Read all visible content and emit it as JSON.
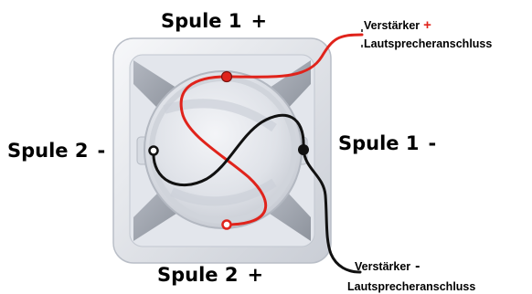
{
  "labels": {
    "coil1_plus": "Spule 1",
    "coil1_plus_sign": "+",
    "coil1_minus": "Spule 1",
    "coil1_minus_sign": "-",
    "coil2_minus": "Spule 2",
    "coil2_minus_sign": "-",
    "coil2_plus": "Spule 2",
    "coil2_plus_sign": "+"
  },
  "annotations": {
    "plus_amp": "Verstärker",
    "plus_sign": "+",
    "plus_line2": "Lautsprecheranschluss",
    "minus_amp": "Verstärker",
    "minus_sign": "-",
    "minus_line2": "Lautsprecheranschluss"
  },
  "colors": {
    "positive_wire": "#e0231b",
    "negative_wire": "#111111",
    "frame_light": "#eef0f4",
    "frame_mid": "#cfd3db",
    "frame_dark": "#9aa0aa"
  }
}
